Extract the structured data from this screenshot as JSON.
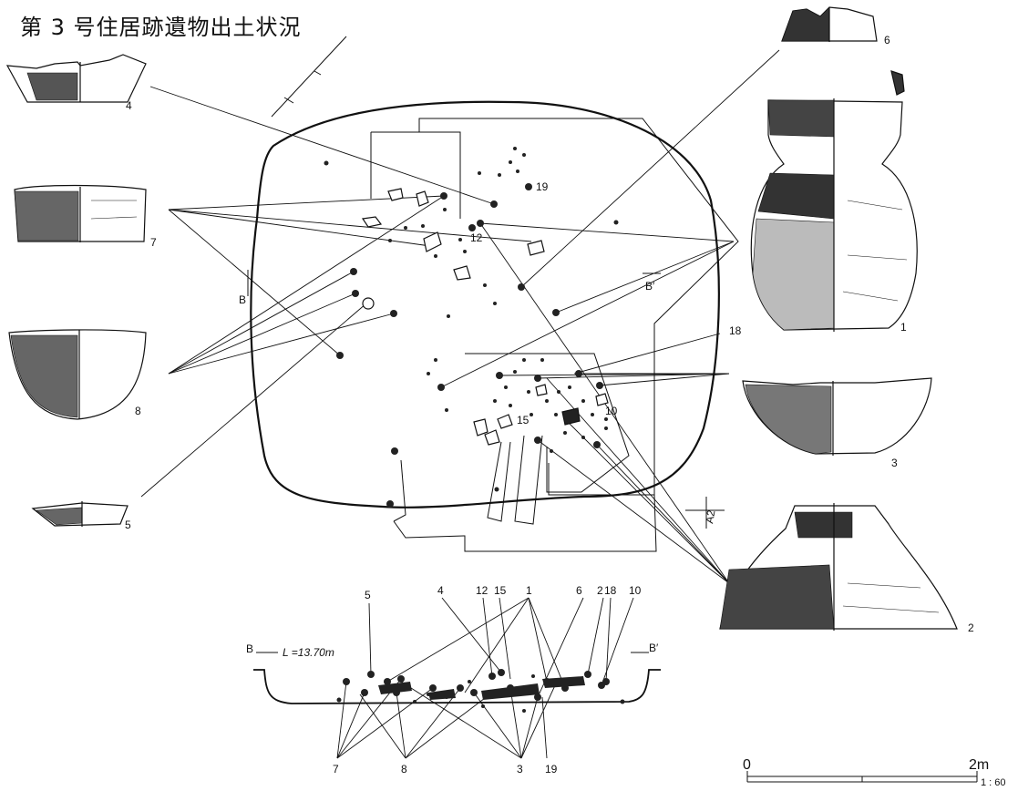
{
  "title": "第 3 号住居跡遺物出土状況",
  "plan": {
    "find_labels": {
      "n19": "19",
      "n12": "12",
      "n10": "10",
      "n15": "15"
    },
    "section_B": "B",
    "section_B_prime": "B′",
    "section_A2": "A2"
  },
  "artifacts": {
    "a1": "1",
    "a2": "2",
    "a3": "3",
    "a4": "4",
    "a5": "5",
    "a6": "6",
    "a7": "7",
    "a8": "8",
    "a18": "18"
  },
  "profile": {
    "start_label": "B",
    "end_label": "B′",
    "level": "L =13.70m",
    "top_labels": [
      "5",
      "4",
      "12",
      "15",
      "1",
      "6",
      "2",
      "18",
      "10"
    ],
    "bottom_labels": [
      "7",
      "8",
      "3",
      "19"
    ]
  },
  "scale": {
    "zero": "0",
    "end": "2m",
    "ratio": "1 : 60"
  }
}
